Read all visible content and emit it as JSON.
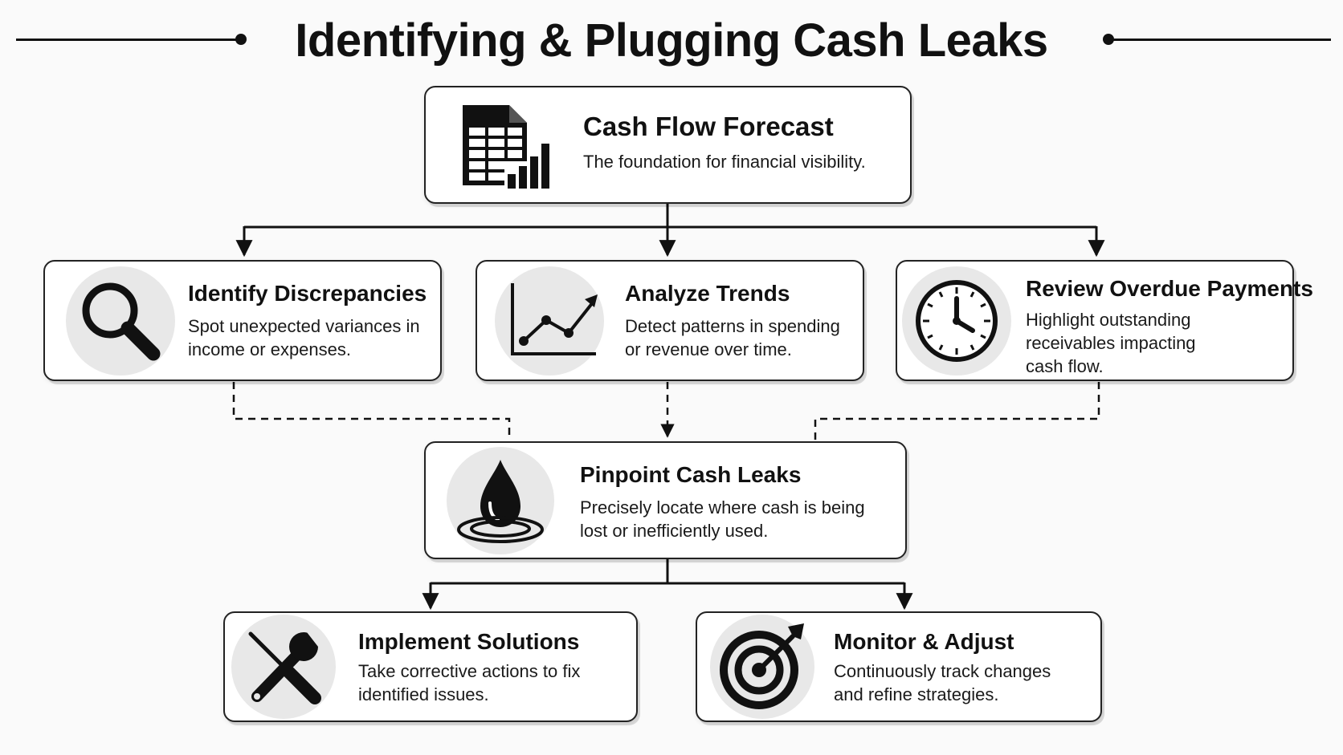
{
  "title": "Identifying & Plugging Cash Leaks",
  "nodes": {
    "forecast": {
      "title": "Cash Flow Forecast",
      "desc": "The foundation for financial visibility.",
      "icon": "spreadsheet-chart-icon"
    },
    "discrepancies": {
      "title": "Identify Discrepancies",
      "desc": "Spot unexpected variances in income or expenses.",
      "icon": "magnifying-glass-icon"
    },
    "trends": {
      "title": "Analyze Trends",
      "desc": "Detect patterns in spending or revenue over time.",
      "icon": "line-chart-icon"
    },
    "overdue": {
      "title": "Review Overdue Payments",
      "desc": "Highlight outstanding receivables impacting cash flow.",
      "icon": "clock-icon"
    },
    "pinpoint": {
      "title": "Pinpoint Cash Leaks",
      "desc": "Precisely locate where cash is being lost or inefficiently used.",
      "icon": "water-drop-icon"
    },
    "implement": {
      "title": "Implement Solutions",
      "desc": "Take corrective actions to fix identified issues.",
      "icon": "tools-icon"
    },
    "monitor": {
      "title": "Monitor & Adjust",
      "desc": "Continuously track changes and refine strategies.",
      "icon": "target-icon"
    }
  },
  "edges": [
    {
      "from": "forecast",
      "to": "discrepancies",
      "style": "solid"
    },
    {
      "from": "forecast",
      "to": "trends",
      "style": "solid"
    },
    {
      "from": "forecast",
      "to": "overdue",
      "style": "solid"
    },
    {
      "from": "discrepancies",
      "to": "pinpoint",
      "style": "dashed"
    },
    {
      "from": "trends",
      "to": "pinpoint",
      "style": "dashed"
    },
    {
      "from": "overdue",
      "to": "pinpoint",
      "style": "dashed"
    },
    {
      "from": "pinpoint",
      "to": "implement",
      "style": "solid"
    },
    {
      "from": "pinpoint",
      "to": "monitor",
      "style": "solid"
    }
  ],
  "colors": {
    "ink": "#111111",
    "icon_bg": "#e8e8e8",
    "card_bg": "#ffffff"
  }
}
